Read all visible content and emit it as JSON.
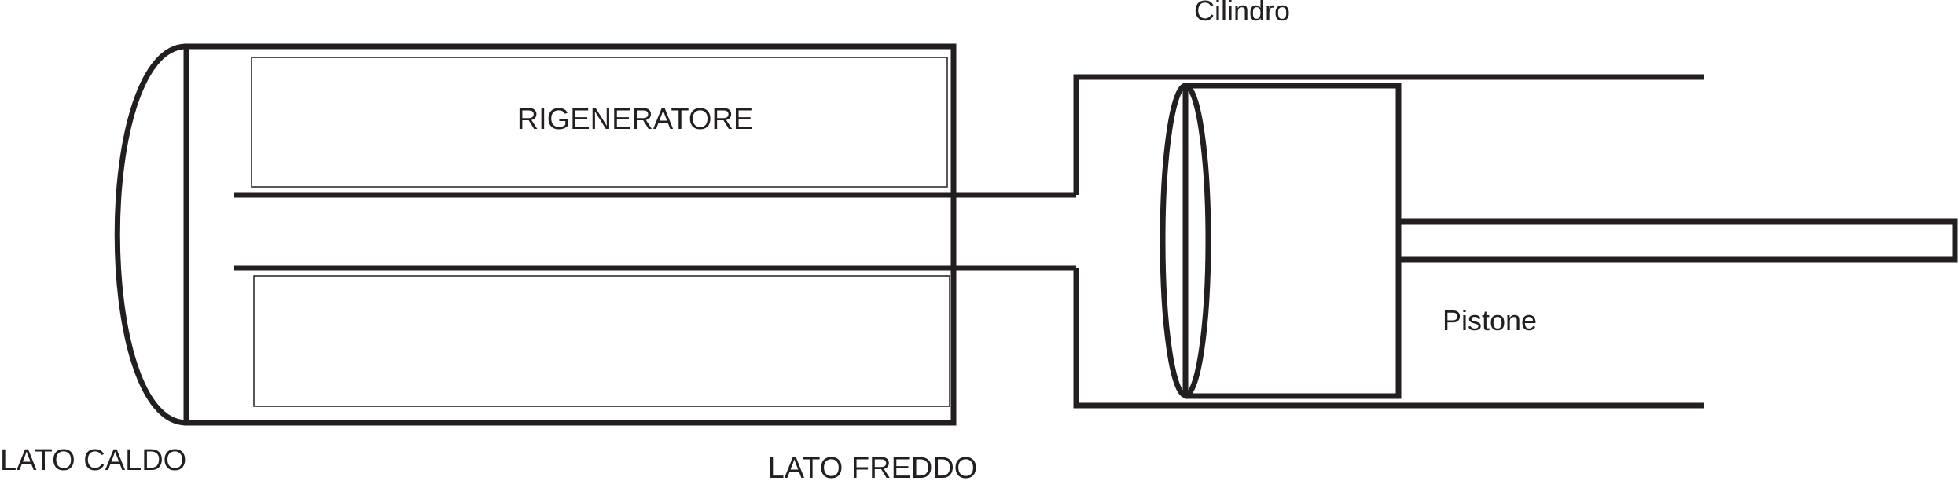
{
  "labels": {
    "cilindro": "Cilindro",
    "rigeneratore": "RIGENERATORE",
    "pistone": "Pistone",
    "lato_caldo": "LATO CALDO",
    "lato_freddo": "LATO FREDDO"
  },
  "colors": {
    "ink": "#231f20",
    "background": "#ffffff"
  }
}
